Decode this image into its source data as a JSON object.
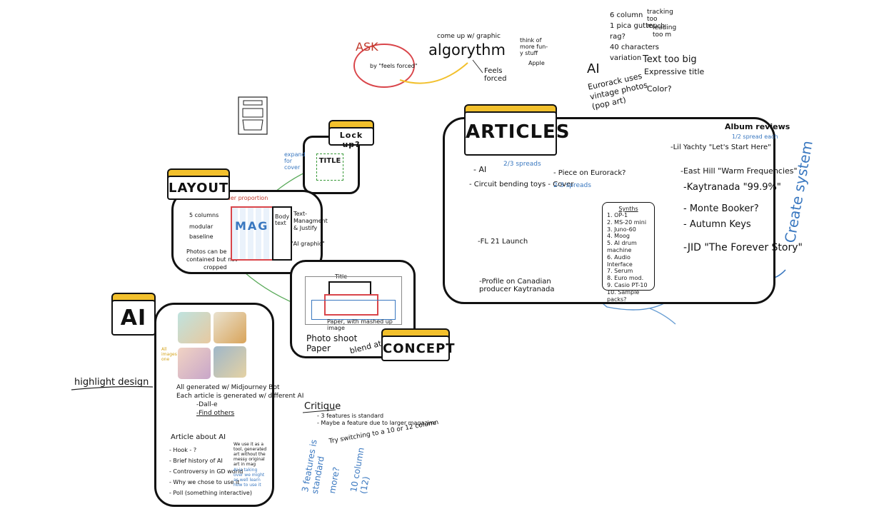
{
  "ask": {
    "word": "ASK",
    "note": "by \"feels forced\""
  },
  "algorythm": {
    "pre": "come up w/ graphic",
    "word": "algorythm",
    "note_right": "think of more fun-y stuff",
    "note_below": "Feels forced",
    "note_small": "Apple"
  },
  "top_right_notes": {
    "grid": [
      "6 column",
      "1 pica gutter",
      "rag?",
      "40 characters",
      "variation"
    ],
    "tracking": [
      "tracking too much",
      "leading too m"
    ],
    "ai": "AI",
    "eurorack": [
      "Eurorack uses",
      "vintage photos",
      "(pop art)"
    ],
    "text_big": "Text too big",
    "expressive": [
      "Expressive title",
      "Color?"
    ]
  },
  "lockup": {
    "label": "Lock up?",
    "title_mock": "TITLE",
    "note": "expand for cover"
  },
  "layout": {
    "label": "LAYOUT",
    "note_top": "consider proportion",
    "items": [
      "5 columns",
      "modular",
      "baseline"
    ],
    "photos_note": [
      "Photos can be",
      "contained but not",
      "cropped"
    ],
    "right_notes": [
      "Text-",
      "Managment",
      "& Justify"
    ],
    "mock_letters": "MAG",
    "body_text": "Body text",
    "ai_stamp": "\"AI graphic\""
  },
  "articles": {
    "label": "ARTICLES",
    "album_reviews": "Album reviews",
    "half_spread": "1/2 spread each",
    "ai_item": "- AI",
    "spreads_23": "2/3 spreads",
    "circuit": "- Circuit bending toys - Cover",
    "piece_euro": "- Piece on Eurorack?",
    "spreads_2": "2-3 spreads",
    "fl21": "-FL 21 Launch",
    "profile": "-Profile on Canadian producer Kaytranada",
    "synths_title": "Synths",
    "synths": [
      "1. OP-1",
      "2. MS-20 mini",
      "3. Juno-60",
      "4. Moog",
      "5. AI drum machine",
      "6. Audio Interface",
      "7. Serum",
      "8. Euro mod.",
      "9. Casio PT-10",
      "10. Sample packs?"
    ],
    "reviews": [
      "-Lil Yachty \"Let's Start Here\"",
      "-East Hill \"Warm Frequencies\"",
      "-Kaytranada \"99.9%\"",
      "- Monte Booker?",
      "- Autumn Keys",
      "-JID \"The Forever Story\""
    ],
    "create_system": "Create system"
  },
  "concept": {
    "label": "CONCEPT",
    "title_note": "Title",
    "paper_note": "Paper, with mashed up image",
    "photo": [
      "Photo shoot",
      "Paper"
    ],
    "blend": "blend at end"
  },
  "ai_panel": {
    "label": "AI",
    "side_note": "All images one",
    "generated": [
      "All generated w/ Midjourney Bot",
      "Each article is generated w/ different AI",
      "-Dall-e",
      "-Find others"
    ],
    "article_title": "Article about AI",
    "article_items": [
      "- Hook - ?",
      "- Brief history of AI",
      "- Controversy in GD world",
      "- Why we chose to use it",
      "- Poll (something interactive)"
    ],
    "side_comment": "We use it as a tool, generated art without the messy original art in mag",
    "side_comment2": "AI is taking over we might as well learn how to use it"
  },
  "highlight": "highlight design",
  "critique": {
    "title": "Critique",
    "items": [
      "- 3 features is standard",
      "- Maybe a feature due to larger magazine"
    ],
    "try": "Try switching to a 10 or 12 column",
    "blue_cols": [
      "3 features is standard",
      "more?",
      "10 column (12)"
    ]
  },
  "colors": {
    "tab_yellow": "#f2c02c",
    "ink": "#111111",
    "blue": "#3a78c0",
    "red": "#c0392b",
    "green": "#3a9a3a"
  }
}
